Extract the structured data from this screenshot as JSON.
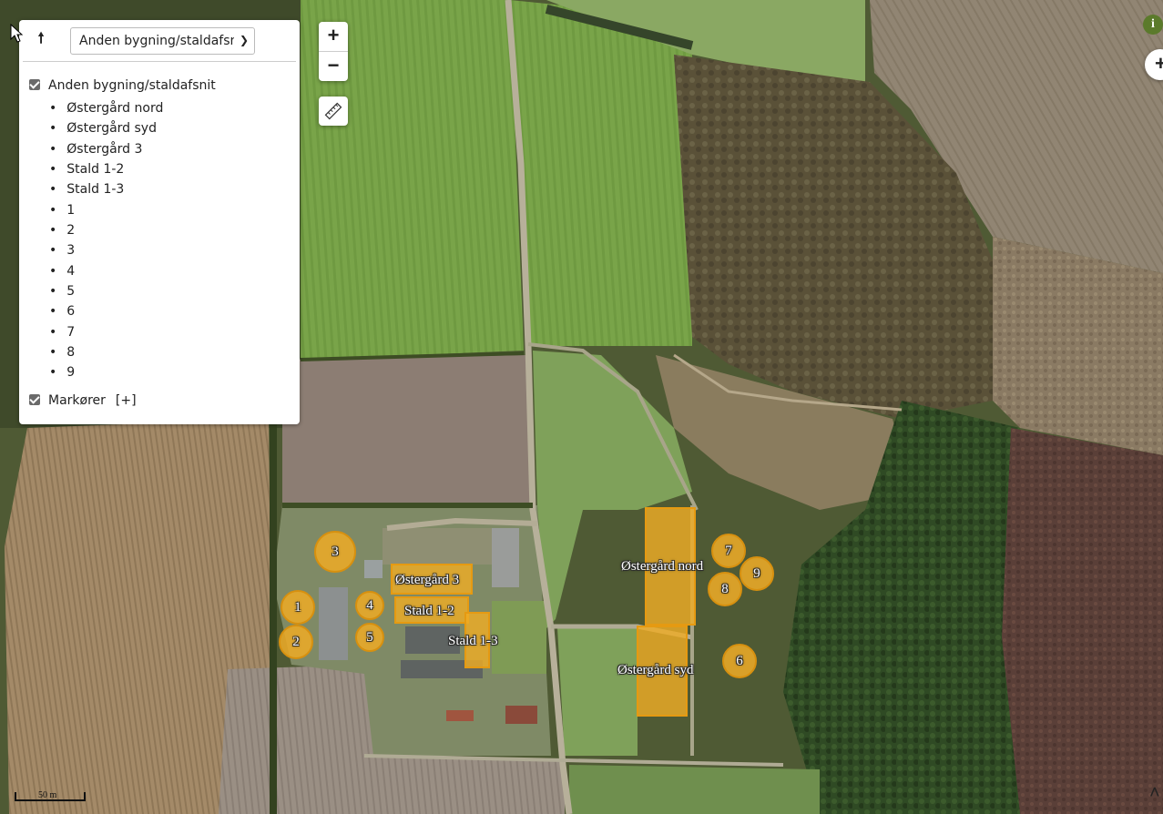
{
  "panel": {
    "selected_layer": "Anden bygning/staldafsnit",
    "group_label": "Anden bygning/staldafsnit",
    "items": [
      "Østergård nord",
      "Østergård syd",
      "Østergård 3",
      "Stald 1-2",
      "Stald 1-3",
      "1",
      "2",
      "3",
      "4",
      "5",
      "6",
      "7",
      "8",
      "9"
    ],
    "markers_label": "Markører",
    "markers_expand": "[+]"
  },
  "controls": {
    "zoom_in": "+",
    "zoom_out": "−",
    "ruler_icon": "ruler-icon",
    "info": "i",
    "plus_right": "+"
  },
  "buildings": {
    "ostergard_nord": "Østergård nord",
    "ostergard_syd": "Østergård syd",
    "ostergard_3": "Østergård 3",
    "stald_1_2": "Stald 1-2",
    "stald_1_3": "Stald 1-3"
  },
  "silos": {
    "s1": "1",
    "s2": "2",
    "s3": "3",
    "s4": "4",
    "s5": "5",
    "s6": "6",
    "s7": "7",
    "s8": "8",
    "s9": "9"
  },
  "scale_label": "50 m",
  "overlay_color": "#eeac26"
}
